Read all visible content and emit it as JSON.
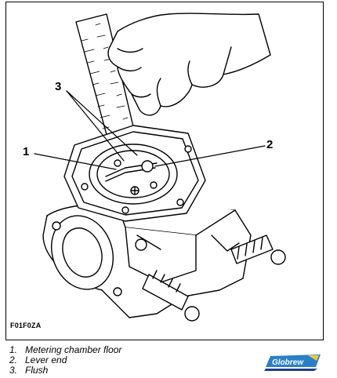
{
  "figure": {
    "id_label": "F01F0ZA",
    "callouts": [
      {
        "number": "1"
      },
      {
        "number": "2"
      },
      {
        "number": "3"
      }
    ]
  },
  "legend": {
    "items": [
      {
        "number": "1.",
        "label": "Metering chamber floor"
      },
      {
        "number": "2.",
        "label": "Lever end"
      },
      {
        "number": "3.",
        "label": "Flush"
      }
    ]
  },
  "logo": {
    "text": "Globrew",
    "colors": {
      "primary": "#2a7fc7",
      "accent": "#1d3f8a",
      "stripe": "#f3c640"
    }
  },
  "colors": {
    "line": "#000000",
    "background": "#ffffff"
  }
}
